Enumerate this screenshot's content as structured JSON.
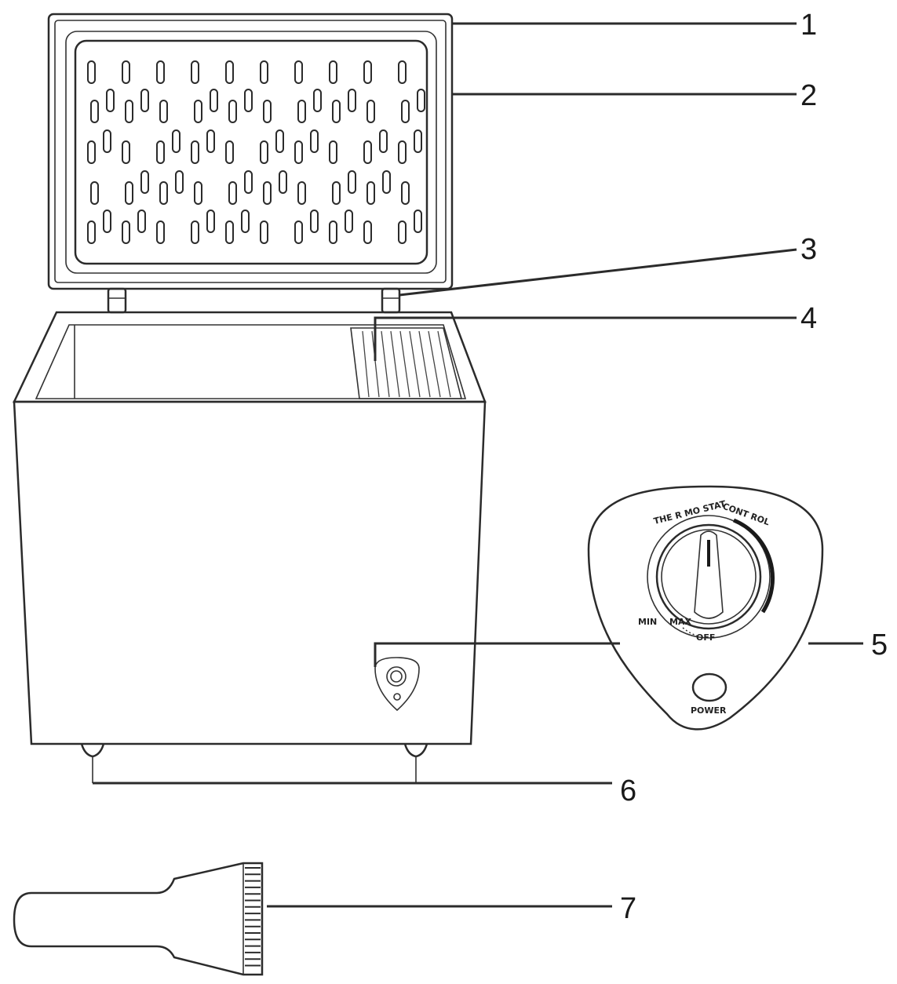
{
  "callouts": [
    {
      "id": 1,
      "label": "1"
    },
    {
      "id": 2,
      "label": "2"
    },
    {
      "id": 3,
      "label": "3"
    },
    {
      "id": 4,
      "label": "4"
    },
    {
      "id": 5,
      "label": "5"
    },
    {
      "id": 6,
      "label": "6"
    },
    {
      "id": 7,
      "label": "7"
    }
  ],
  "control_panel": {
    "arc_label_left": "THE R MO STAT",
    "arc_label_right": "CONT ROL",
    "min_label": "MIN",
    "max_label": "MAX",
    "off_label": "OFF",
    "power_label": "POWER"
  }
}
